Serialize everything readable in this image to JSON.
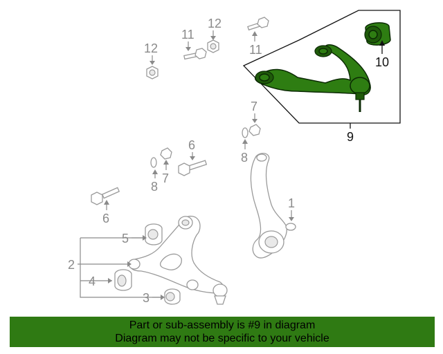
{
  "callouts": {
    "c1": "1",
    "c2": "2",
    "c3": "3",
    "c4": "4",
    "c5": "5",
    "c6a": "6",
    "c6b": "6",
    "c7a": "7",
    "c7b": "7",
    "c8a": "8",
    "c8b": "8",
    "c9": "9",
    "c10": "10",
    "c11a": "11",
    "c11b": "11",
    "c12a": "12",
    "c12b": "12"
  },
  "highlight_color": "#2f7a13",
  "banner": {
    "line1": "Part or sub-assembly is #9 in diagram",
    "line2": "Diagram may not be specific to your vehicle"
  }
}
